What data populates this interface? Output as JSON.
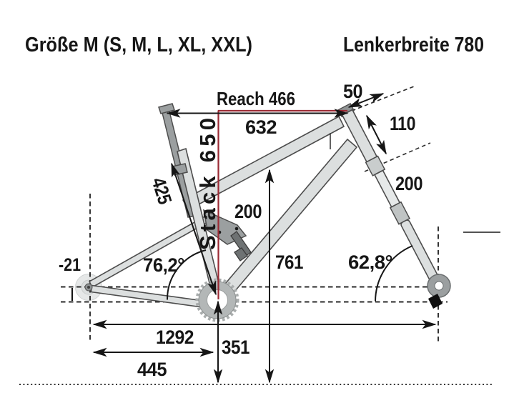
{
  "header": {
    "size_label": "Größe M (S, M, L, XL, XXL)",
    "handlebar_label": "Lenkerbreite 780"
  },
  "colors": {
    "accent_red": "#9c2b35",
    "ink": "#161616",
    "tube_fill": "#dcdfdf",
    "part_gray": "#9b9fa0"
  },
  "measurements": {
    "reach_label": "Reach 466",
    "stack_label": "Stack 650",
    "top_tube_horizontal": "632",
    "stem_length": "50",
    "head_tube_length": "110",
    "fork_travel": "200",
    "rear_travel": "200",
    "seat_tube_length": "425",
    "standover_height": "761",
    "seat_tube_angle": "76,2°",
    "head_tube_angle": "62,8°",
    "bb_drop": "-21",
    "wheelbase": "1292",
    "chainstay_length": "445",
    "bb_height": "351"
  }
}
